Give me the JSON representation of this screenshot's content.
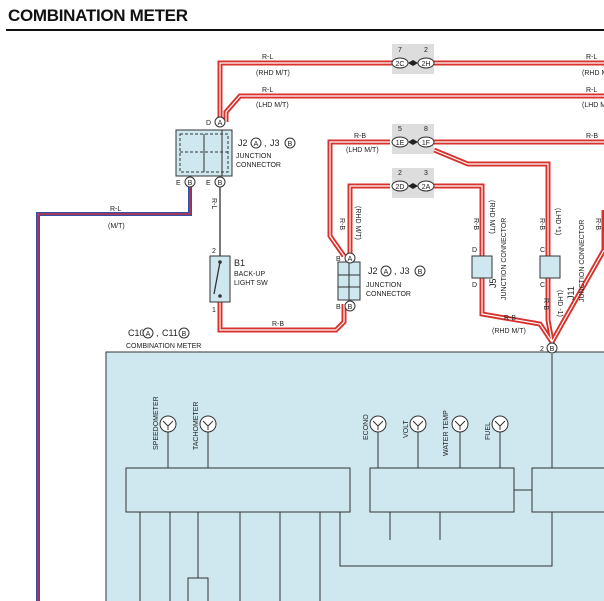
{
  "title": "COMBINATION METER",
  "wires": {
    "r_l": "R-L",
    "r_b": "R-B",
    "rhd_mt": "(RHD M/T)",
    "lhd_mt": "(LHD M/T)",
    "mt": "(M/T)",
    "lhd_mt_short": "(LHD M/T)",
    "rhd_mt_short": "(RHD M/T)",
    "lhd_mt_alt": "(LHD M/T)",
    "lhd_plus1": "(LHD *1)",
    "lhd_minus1": "(LHD -1)"
  },
  "junctions": {
    "j2_label": "J2",
    "j3_label": "J3",
    "j2_mark": "A",
    "j3_mark": "B",
    "connector_line1": "JUNCTION",
    "connector_line2": "CONNECTOR",
    "j5_label": "J5",
    "j5_name": "JUNCTION CONNECTOR",
    "j11_label": "J11",
    "j11_name": "JUNCTION CONNECTOR"
  },
  "switch": {
    "id": "B1",
    "line1": "BACK-UP",
    "line2": "LIGHT SW",
    "pin_top": "2",
    "pin_bottom": "1"
  },
  "meter": {
    "ref": "C10",
    "ref_mark": "A",
    "ref2": "C11",
    "ref2_mark": "B",
    "name": "COMBINATION METER"
  },
  "gauges": [
    "SPEEDOMETER",
    "TACHOMETER",
    "ECONO",
    "VOLT",
    "WATER TEMP",
    "FUEL"
  ],
  "pins": {
    "d": "D",
    "e": "E",
    "a": "A",
    "b": "B",
    "c": "C",
    "n2": "2",
    "n3": "3",
    "n7": "7",
    "n8": "8",
    "n5": "5",
    "n1": "1",
    "c1": "2C",
    "c2": "2H",
    "c3": "1E",
    "c4": "1F",
    "c5": "2D",
    "c6": "2A"
  }
}
